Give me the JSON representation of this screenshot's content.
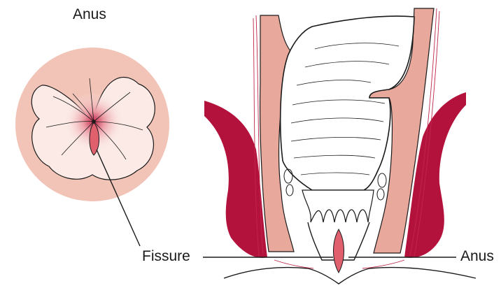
{
  "labels": {
    "anus_top": "Anus",
    "fissure": "Fissure",
    "anus_right": "Anus"
  },
  "colors": {
    "skin_circle": "#f2c4b8",
    "mucosa": "#fbeae6",
    "fissure_red": "#e0606e",
    "muscle_crimson": "#b3123d",
    "wall_pink": "#e8a99c",
    "outline": "#1a1a1a"
  }
}
